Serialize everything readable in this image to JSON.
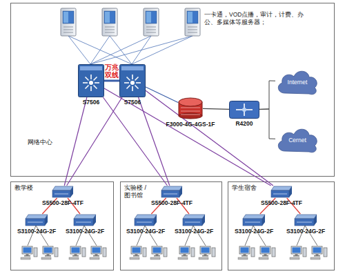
{
  "diagram": {
    "nodes": [
      {
        "text": [
          "网络中心"
        ]
      },
      {
        "text": [
          "S7506"
        ],
        "in": 0
      },
      {
        "text": [
          "S7506"
        ],
        "in": 0
      },
      {
        "text": [
          "F3000-4G-4GS-1F"
        ],
        "in": 0
      },
      {
        "text": [
          "R4200"
        ],
        "in": 0
      },
      {
        "text": [
          "Internet"
        ],
        "in": 0
      },
      {
        "text": [
          "Cernet"
        ],
        "in": 0
      },
      {
        "text": [
          "教学楼"
        ]
      },
      {
        "text": [
          "S5500-28F-4TF"
        ],
        "in": 7
      },
      {
        "text": [
          "S3100-24G-2F"
        ],
        "in": 7
      },
      {
        "text": [
          "S3100-24G-2F"
        ],
        "in": 7
      },
      {
        "text": [
          "实验楼 /图书馆"
        ]
      },
      {
        "text": [
          "S5500-28F-4TF"
        ],
        "in": 11
      },
      {
        "text": [
          "S3100-24G-2F"
        ],
        "in": 11
      },
      {
        "text": [
          "S3100-24G-2F"
        ],
        "in": 11
      },
      {
        "text": [
          "学生宿舍"
        ]
      },
      {
        "text": [
          "S5500-28F-4TF"
        ],
        "in": 15
      },
      {
        "text": [
          "S3100-24G-2F"
        ],
        "in": 15
      },
      {
        "text": [
          "S3100-24G-2F"
        ],
        "in": 15
      }
    ],
    "edges": [
      {
        "from": 1,
        "to": 2,
        "arrow": "none",
        "label": "万兆 双线"
      },
      {
        "from": 2,
        "to": 3,
        "arrow": "none"
      },
      {
        "from": 3,
        "to": 4,
        "arrow": "none"
      },
      {
        "from": 4,
        "to": 5,
        "arrow": "none"
      },
      {
        "from": 4,
        "to": 6,
        "arrow": "none"
      },
      {
        "from": 1,
        "to": 8,
        "arrow": "none"
      },
      {
        "from": 1,
        "to": 12,
        "arrow": "none"
      },
      {
        "from": 1,
        "to": 16,
        "arrow": "none"
      },
      {
        "from": 2,
        "to": 8,
        "arrow": "none"
      },
      {
        "from": 2,
        "to": 12,
        "arrow": "none"
      },
      {
        "from": 2,
        "to": 16,
        "arrow": "none"
      },
      {
        "from": 8,
        "to": 9,
        "arrow": "none"
      },
      {
        "from": 8,
        "to": 10,
        "arrow": "none"
      },
      {
        "from": 12,
        "to": 13,
        "arrow": "none"
      },
      {
        "from": 12,
        "to": 14,
        "arrow": "none"
      },
      {
        "from": 16,
        "to": 17,
        "arrow": "none"
      },
      {
        "from": 16,
        "to": 18,
        "arrow": "none"
      }
    ],
    "labels": [
      "一卡通，VOD点播，审计，计费、办公、多媒体等服务器；"
    ]
  }
}
